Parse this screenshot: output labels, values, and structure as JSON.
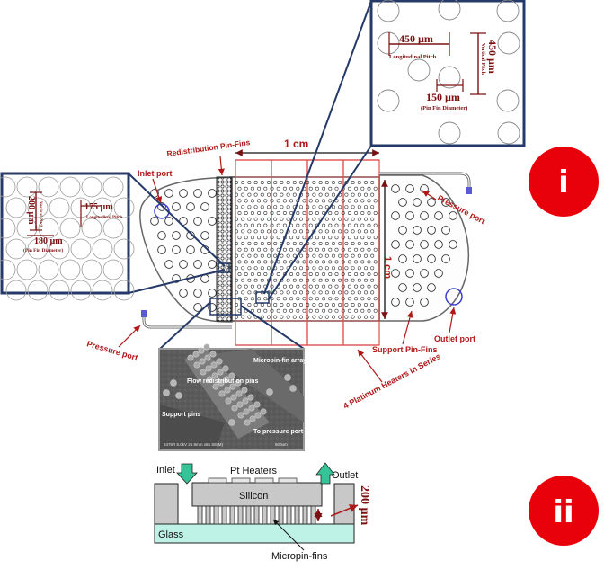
{
  "top": {
    "dimension_1cm": "1 cm",
    "dimension_1cm_vertical": "1 cm",
    "redistribution_pin_fins": "Redistribution Pin-Fins",
    "inlet_port": "Inlet port",
    "outlet_port": "Outlet port",
    "pressure_port_right": "Pressure port",
    "pressure_port_left": "Pressure port",
    "support_pin_fins": "Support Pin-Fins",
    "heaters_in_series": "4 Platinum Heaters in Series"
  },
  "inset_left": {
    "vertical_value": "200 µm",
    "vertical_label": "Vertical Pitch",
    "longitudinal_value": "175 µm",
    "longitudinal_label": "Longitudinal Pitch",
    "diameter_value": "180 µm",
    "diameter_label": "(Pin Fin Diameter)"
  },
  "inset_right": {
    "longitudinal_value": "450 µm",
    "longitudinal_label": "Longitudinal Pitch",
    "vertical_value": "450 µm",
    "vertical_label": "Vertical Pitch",
    "diameter_value": "150 µm",
    "diameter_label": "(Pin Fin Diameter)"
  },
  "sem": {
    "micropin_fin_array": "Micropin-fin array",
    "flow_redistribution": "Flow redistribution pins",
    "support_pins": "Support pins",
    "to_pressure_port": "To pressure port",
    "scale_text": "5476R 5.0kV 26.9mm x65 SE(M)",
    "scale_bar": "500um"
  },
  "section": {
    "inlet": "Inlet",
    "outlet": "Outlet",
    "pt_heaters": "Pt Heaters",
    "silicon": "Silicon",
    "glass": "Glass",
    "micropin_fins": "Micropin-fins",
    "height_value": "200 µm"
  },
  "badges": {
    "top": "i",
    "bottom": "ii"
  },
  "colors": {
    "label_red": "#b01818",
    "badge_red": "#e8000b",
    "outline_navy": "#253a68",
    "heater_red": "#e05050",
    "silicon_gray": "#c8c8c8",
    "glass_mint": "#bff2e6",
    "arrow_green": "#37c398"
  }
}
